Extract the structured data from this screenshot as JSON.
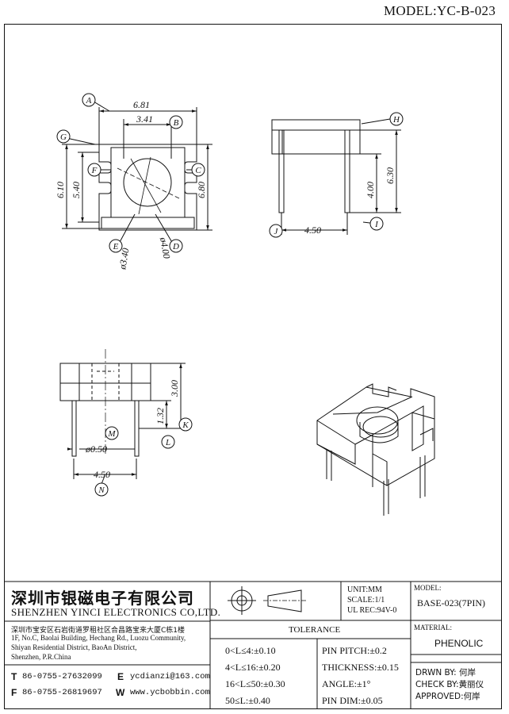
{
  "header": {
    "model": "MODEL:YC-B-023"
  },
  "drawing": {
    "dims": {
      "d_681": "6.81",
      "d_341": "3.41",
      "d_610": "6.10",
      "d_540": "5.40",
      "d_680": "6.80",
      "d_340": "ø3.40",
      "d_400": "ø4.00",
      "d_630": "6.30",
      "d_400b": "4.00",
      "d_450a": "4.50",
      "d_300": "3.00",
      "d_132": "1.32",
      "d_050": "ø0.50",
      "d_450b": "4.50"
    },
    "balloons": [
      "A",
      "B",
      "C",
      "D",
      "E",
      "F",
      "G",
      "H",
      "I",
      "J",
      "K",
      "L",
      "M",
      "N"
    ]
  },
  "title_block": {
    "company_cn": "深圳市银磁电子有限公司",
    "company_en": "SHENZHEN YINCI ELECTRONICS CO,LTD.",
    "address_cn": "深圳市宝安区石岩街道罗租社区合昌路宝来大厦C栋1楼",
    "address_en_1": "1F, No.C, Baolai Building, Hechang Rd., Luozu Community,",
    "address_en_2": "Shiyan Residential District, BaoAn District,",
    "address_en_3": "Shenzhen, P.R.China",
    "tel_key": "T",
    "tel": "86-0755-27632099",
    "fax_key": "F",
    "fax": "86-0755-26819697",
    "email_key": "E",
    "email": "ycdianzi@163.com",
    "web_key": "W",
    "web": "www.ycbobbin.com",
    "unit": "UNIT:MM",
    "scale": "SCALE:1/1",
    "ul": "UL REC:94V-0",
    "model_label": "MODEL:",
    "model_value": "BASE-023(7PIN)",
    "tolerance_title": "TOLERANCE",
    "tol_rows": [
      "0<L≤4:±0.10",
      "4<L≤16:±0.20",
      "16<L≤50:±0.30",
      "50≤L:±0.40"
    ],
    "tol_right": [
      "PIN PITCH:±0.2",
      "THICKNESS:±0.15",
      "ANGLE:±1°",
      "PIN DIM:±0.05"
    ],
    "material_label": "MATERIAL:",
    "material_value": "PHENOLIC",
    "drawn": "DRWN BY: 何岸",
    "check": "CHECK BY:黄丽仪",
    "approved": "APPROVED:何岸"
  }
}
